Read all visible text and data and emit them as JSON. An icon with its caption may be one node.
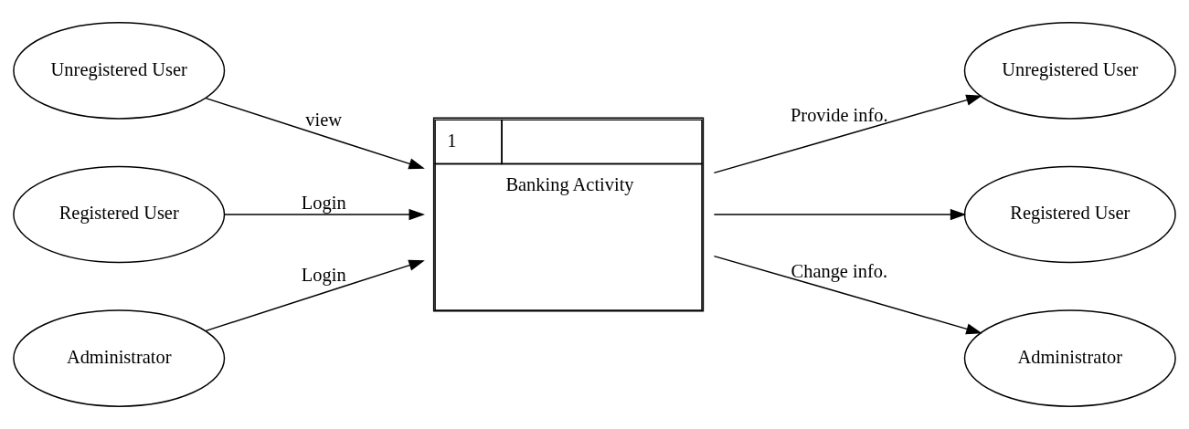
{
  "diagram": {
    "nodes": [
      {
        "text": [
          "Unregistered User"
        ]
      },
      {
        "text": [
          "Registered User"
        ]
      },
      {
        "text": [
          "Administrator"
        ]
      },
      {
        "text": [
          "1",
          "Banking Activity"
        ]
      },
      {
        "text": [
          "Unregistered User"
        ]
      },
      {
        "text": [
          "Registered User"
        ]
      },
      {
        "text": [
          "Administrator"
        ]
      }
    ],
    "edges": [
      {
        "from": 0,
        "to": 3,
        "arrow": "to",
        "label": "view"
      },
      {
        "from": 1,
        "to": 3,
        "arrow": "to",
        "label": "Login"
      },
      {
        "from": 2,
        "to": 3,
        "arrow": "to",
        "label": "Login"
      },
      {
        "from": 3,
        "to": 4,
        "arrow": "to",
        "label": "Provide info."
      },
      {
        "from": 3,
        "to": 5,
        "arrow": "to"
      },
      {
        "from": 3,
        "to": 6,
        "arrow": "to",
        "label": "Change info."
      }
    ]
  }
}
